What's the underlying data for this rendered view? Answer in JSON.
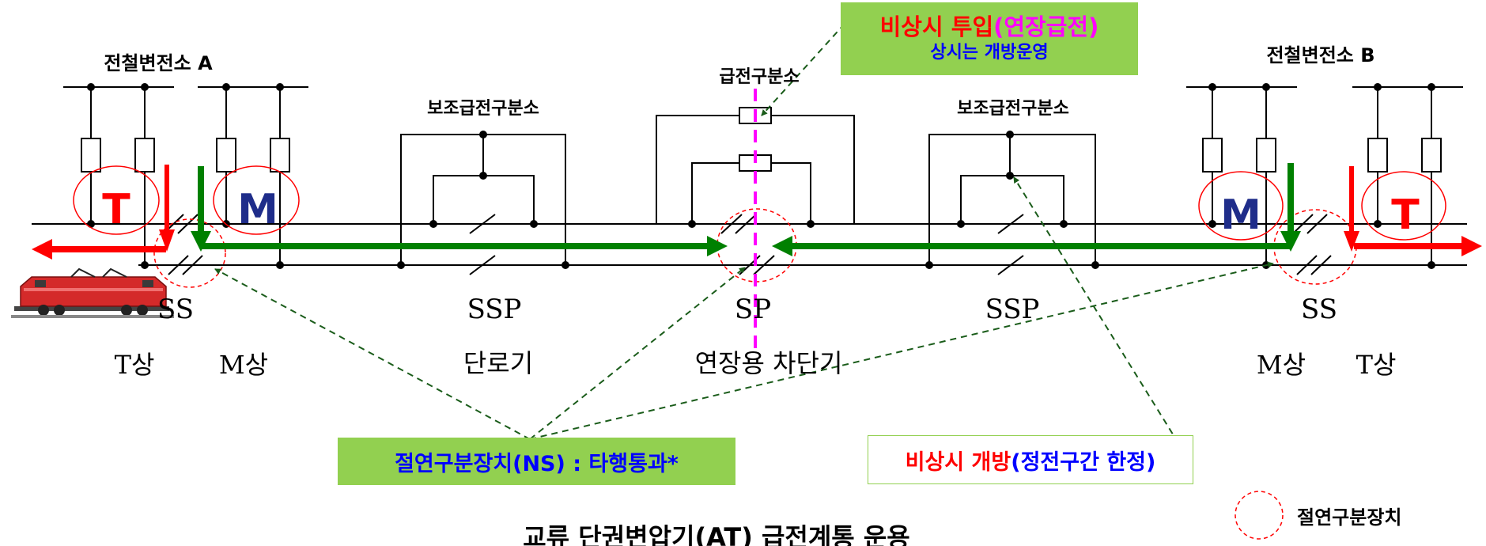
{
  "substation_a": {
    "title": "전철변전소 A",
    "t_letter": "T",
    "m_letter": "M",
    "code": "SS",
    "t_phase": "T상",
    "m_phase": "M상"
  },
  "substation_b": {
    "title": "전철변전소 B",
    "t_letter": "T",
    "m_letter": "M",
    "code": "SS",
    "t_phase": "T상",
    "m_phase": "M상"
  },
  "ssp_left": {
    "title": "보조급전구분소",
    "code": "SSP",
    "device": "단로기"
  },
  "sp": {
    "title": "급전구분소",
    "code": "SP",
    "device": "연장용 차단기"
  },
  "ssp_right": {
    "title": "보조급전구분소",
    "code": "SSP"
  },
  "callout_emergency_feed": {
    "line1_red": "비상시 투입",
    "line1_magenta": "(연장급전)",
    "line2": "상시는 개방운영"
  },
  "callout_ns": {
    "text": "절연구분장치(NS) : 타행통과*"
  },
  "callout_emergency_open": {
    "text_red": "비상시 개방",
    "text_blue": "(정전구간 한정)"
  },
  "legend": {
    "label": "절연구분장치"
  },
  "caption": "교류 단권변압기(AT) 급전계통 운용",
  "colors": {
    "red": "#ff0000",
    "green": "#008000",
    "blue": "#0000ff",
    "magenta": "#ff00ff",
    "box_green": "#92d050",
    "navy": "#1f2d8a"
  }
}
